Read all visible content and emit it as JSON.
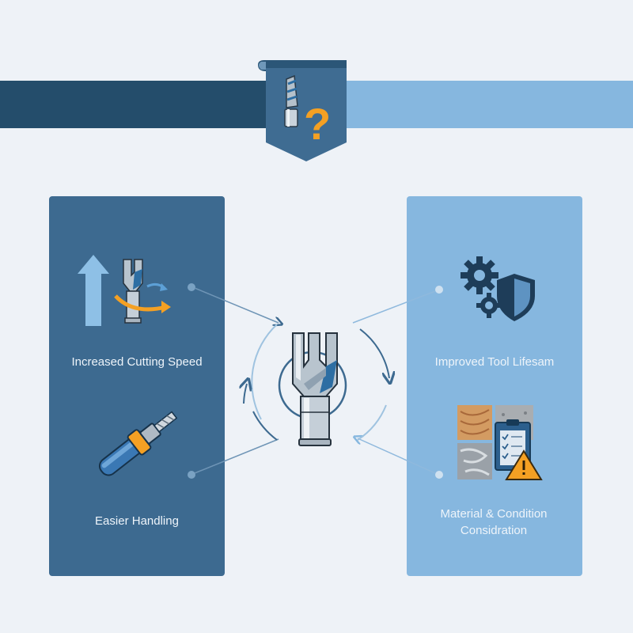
{
  "colors": {
    "dark_band": "#244d6b",
    "light_band": "#86b7df",
    "left_panel": "#3d6a90",
    "right_panel": "#86b7df",
    "accent_orange": "#f4a023",
    "background": "#eef2f7"
  },
  "header": {
    "icon": "drill-bit-question-icon"
  },
  "left_panel": {
    "items": [
      {
        "label": "Increased Cutting Speed",
        "icon": "speed-arrow-drill-bit-icon"
      },
      {
        "label": "Easier Handling",
        "icon": "handheld-drill-icon"
      }
    ]
  },
  "right_panel": {
    "items": [
      {
        "label": "Improved Tool Lifesam",
        "icon": "gear-shield-icon"
      },
      {
        "label": "Material & Condition Considration",
        "icon": "materials-checklist-warning-icon"
      }
    ]
  },
  "center": {
    "icon": "router-bit-icon"
  }
}
